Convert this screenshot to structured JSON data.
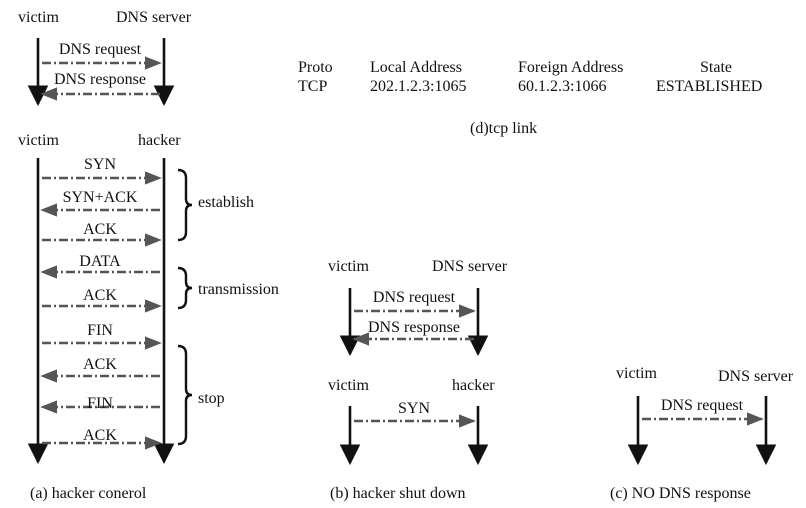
{
  "colors": {
    "ink": "#111111",
    "arrow": "#555555"
  },
  "top_exchange": {
    "left_label": "victim",
    "right_label": "DNS server",
    "messages": [
      {
        "label": "DNS request",
        "direction": "right"
      },
      {
        "label": "DNS response",
        "direction": "left"
      }
    ]
  },
  "tcp_link": {
    "headers": [
      "Proto",
      "Local Address",
      "Foreign Address",
      "State"
    ],
    "row": [
      "TCP",
      "202.1.2.3:1065",
      "60.1.2.3:1066",
      "ESTABLISHED"
    ],
    "caption": "(d)tcp link"
  },
  "panel_a": {
    "left_label": "victim",
    "right_label": "hacker",
    "messages": [
      {
        "label": "SYN",
        "direction": "right"
      },
      {
        "label": "SYN+ACK",
        "direction": "left"
      },
      {
        "label": "ACK",
        "direction": "right"
      },
      {
        "label": "DATA",
        "direction": "left"
      },
      {
        "label": "ACK",
        "direction": "right"
      },
      {
        "label": "FIN",
        "direction": "right"
      },
      {
        "label": "ACK",
        "direction": "left"
      },
      {
        "label": "FIN",
        "direction": "left"
      },
      {
        "label": "ACK",
        "direction": "right"
      }
    ],
    "phases": [
      "establish",
      "transmission",
      "stop"
    ],
    "caption": "(a) hacker conerol"
  },
  "panel_b": {
    "top": {
      "left_label": "victim",
      "right_label": "DNS server",
      "messages": [
        {
          "label": "DNS request",
          "direction": "right"
        },
        {
          "label": "DNS response",
          "direction": "left"
        }
      ]
    },
    "bottom": {
      "left_label": "victim",
      "right_label": "hacker",
      "messages": [
        {
          "label": "SYN",
          "direction": "right"
        }
      ]
    },
    "caption": "(b) hacker shut down"
  },
  "panel_c": {
    "left_label": "victim",
    "right_label": "DNS server",
    "messages": [
      {
        "label": "DNS request",
        "direction": "right"
      }
    ],
    "caption": "(c) NO DNS response"
  }
}
